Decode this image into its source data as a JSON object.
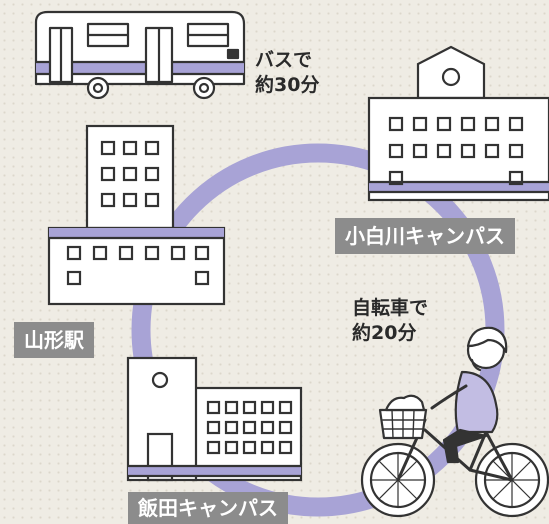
{
  "bus_note": {
    "line1": "バスで",
    "line2": "約30分"
  },
  "bike_note": {
    "line1": "自転車で",
    "line2": "約20分"
  },
  "labels": {
    "koshirakawa": "小白川キャンパス",
    "yamagata_station": "山形駅",
    "iida": "飯田キャンパス"
  },
  "colors": {
    "route": "#a8a3d6",
    "accent": "#9a93cf",
    "label_bg": "#8c8c8c",
    "stroke": "#333333",
    "background": "#efece4"
  },
  "icons": [
    "bus-icon",
    "school-building-icon",
    "station-building-icon",
    "campus-building-icon",
    "cyclist-icon"
  ]
}
